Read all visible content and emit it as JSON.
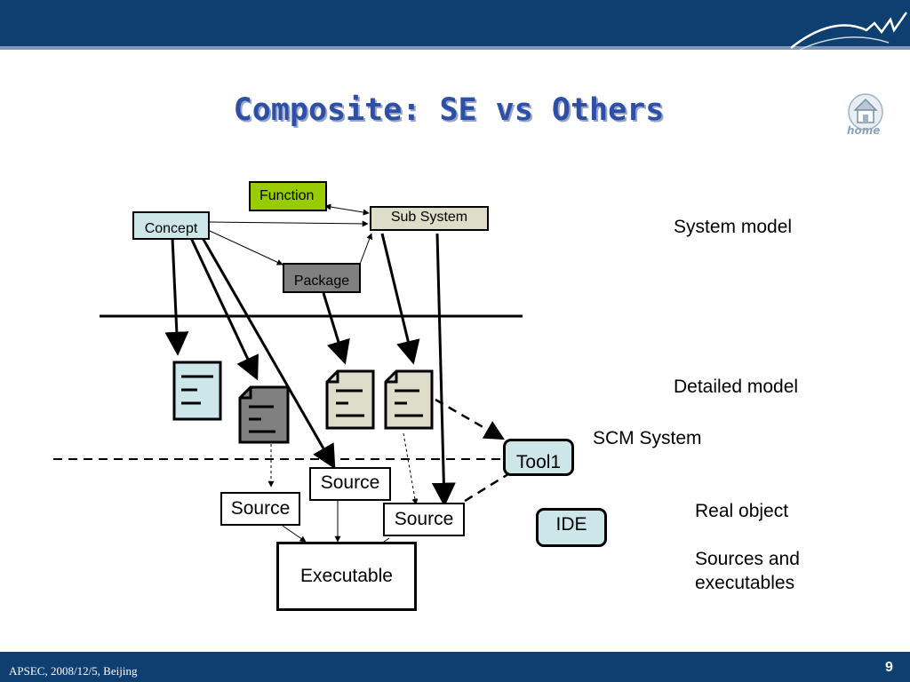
{
  "slide": {
    "title": "Composite: SE vs Others",
    "home_label": "home",
    "footer_text": "APSEC, 2008/12/5, Beijing",
    "page_number": "9"
  },
  "diagram": {
    "nodes": {
      "function": "Function",
      "sub_system": "Sub System",
      "concept": "Concept",
      "package": "Package",
      "source_center": "Source",
      "source_left": "Source",
      "source_right": "Source",
      "executable": "Executable",
      "tool": "Tool1",
      "ide": "IDE"
    },
    "labels": {
      "system_model": "System model",
      "detailed_model": "Detailed model",
      "scm_system": "SCM System",
      "real_object": "Real object",
      "sources_line1": "Sources and",
      "sources_line2": "executables"
    }
  },
  "colors": {
    "header": "#0f3e70",
    "function_fill": "#99cc00",
    "concept_fill": "#cce6ea",
    "subsystem_fill": "#deddc9",
    "package_fill": "#808080",
    "doc_light_blue": "#cce6ea",
    "doc_gray": "#808080",
    "doc_beige": "#deddc9",
    "tool_fill": "#cce6ea",
    "ide_fill": "#cce6ea"
  }
}
